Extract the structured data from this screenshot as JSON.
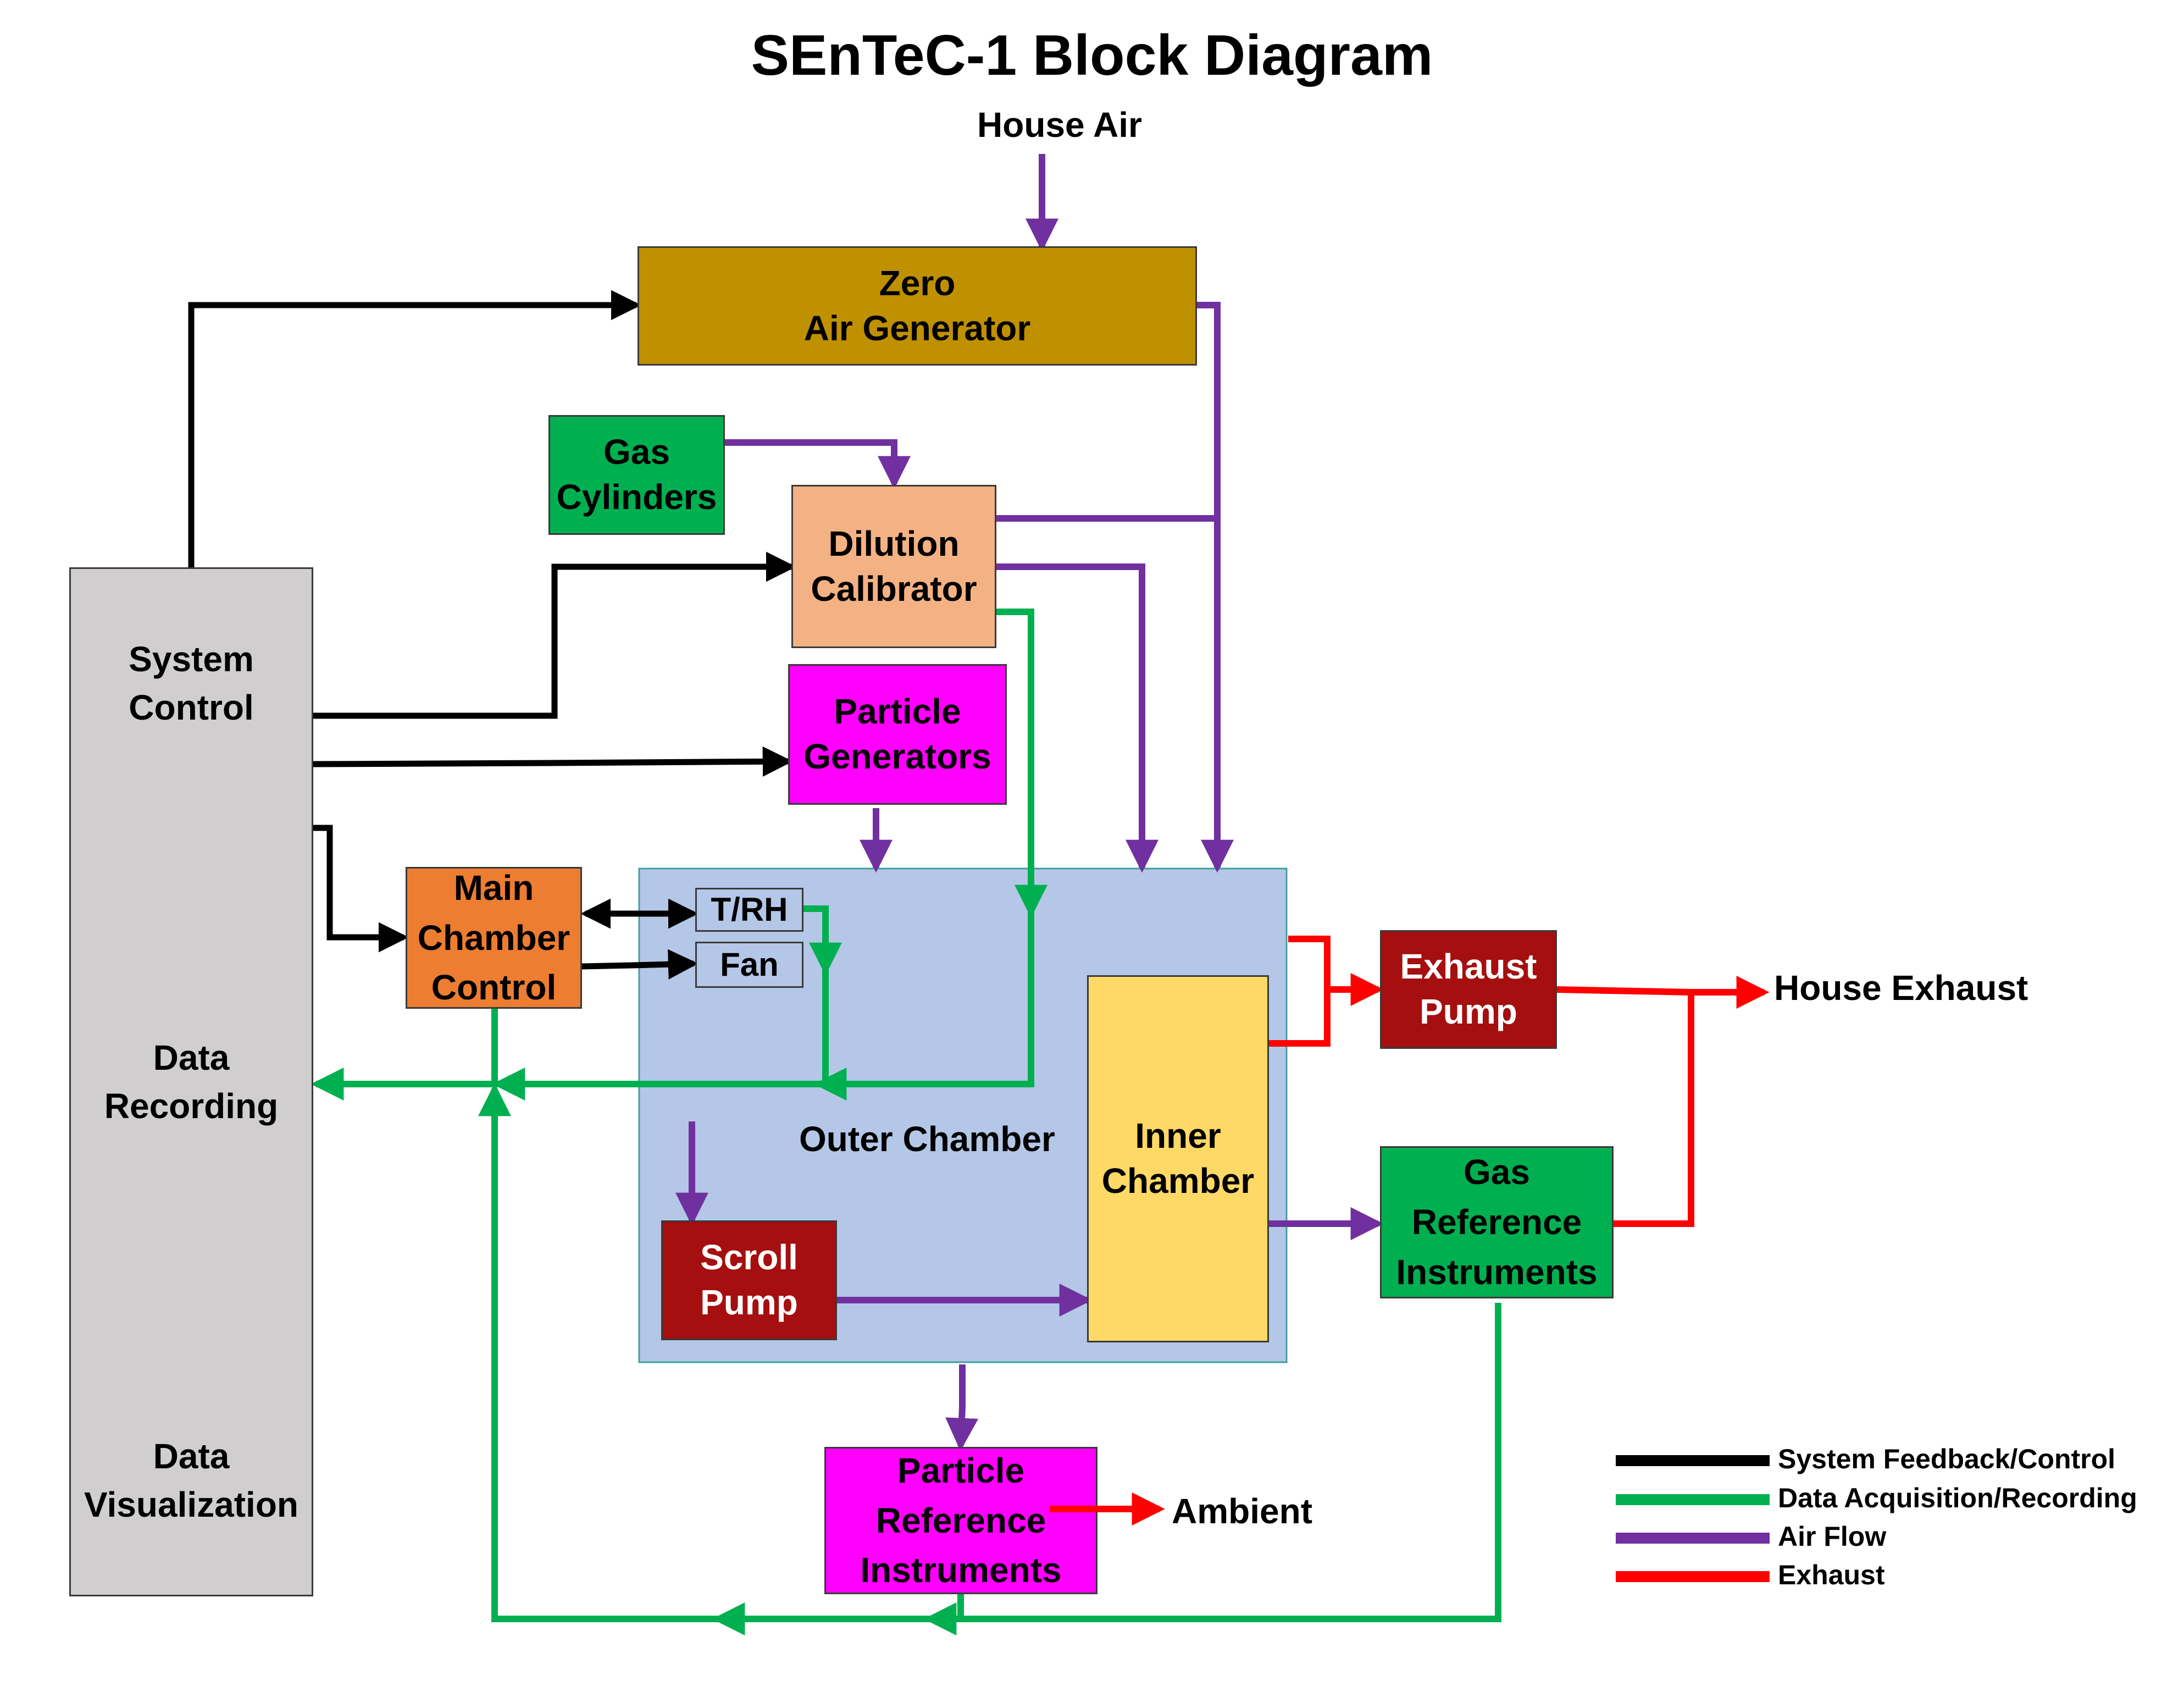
{
  "title": "SEnTeC-1 Block Diagram",
  "labels": {
    "house_air": "House Air",
    "house_exhaust": "House Exhaust",
    "ambient": "Ambient",
    "outer_chamber": "Outer Chamber"
  },
  "blocks": {
    "zero_air_generator": [
      "Zero",
      "Air Generator"
    ],
    "gas_cylinders": [
      "Gas",
      "Cylinders"
    ],
    "dilution_calibrator": [
      "Dilution",
      "Calibrator"
    ],
    "particle_generators": [
      "Particle",
      "Generators"
    ],
    "system_control": [
      "System",
      "Control"
    ],
    "data_recording": [
      "Data",
      "Recording"
    ],
    "data_visualization": [
      "Data",
      "Visualization"
    ],
    "main_chamber_control": [
      "Main",
      "Chamber",
      "Control"
    ],
    "trh": "T/RH",
    "fan": "Fan",
    "scroll_pump": [
      "Scroll",
      "Pump"
    ],
    "inner_chamber": [
      "Inner",
      "Chamber"
    ],
    "exhaust_pump": [
      "Exhaust",
      "Pump"
    ],
    "gas_reference_instruments": [
      "Gas",
      "Reference",
      "Instruments"
    ],
    "particle_reference_instruments": [
      "Particle",
      "Reference",
      "Instruments"
    ]
  },
  "legend": [
    {
      "label": "System Feedback/Control",
      "color": "#000000"
    },
    {
      "label": "Data Acquisition/Recording",
      "color": "#00b050"
    },
    {
      "label": "Air Flow",
      "color": "#7030a0"
    },
    {
      "label": "Exhaust",
      "color": "#ff0000"
    }
  ],
  "colors": {
    "zero_air": "#bf9000",
    "gas_cylinders": "#00b050",
    "dilution": "#f4b183",
    "particle_pink": "#ff00ff",
    "system_gray": "#d0cece",
    "main_control": "#ed7d31",
    "outer_chamber": "#b4c7e7",
    "inner_chamber": "#ffd966",
    "dark_red": "#a50f0f"
  }
}
